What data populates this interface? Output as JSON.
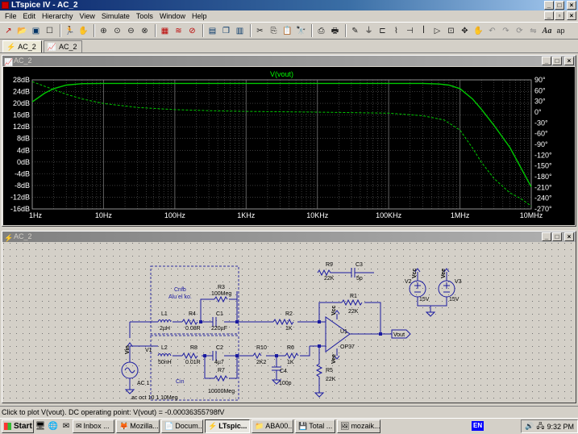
{
  "window": {
    "title": "LTspice IV - AC_2"
  },
  "menu": [
    "File",
    "Edit",
    "Hierarchy",
    "View",
    "Simulate",
    "Tools",
    "Window",
    "Help"
  ],
  "toolbar": {
    "zoom_level": "ap"
  },
  "tabs": [
    {
      "label": "AC_2",
      "kind": "schematic"
    },
    {
      "label": "AC_2",
      "kind": "plot"
    }
  ],
  "plot_window": {
    "title": "AC_2"
  },
  "schematic_window": {
    "title": "AC_2"
  },
  "chart_data": {
    "type": "line",
    "title": "V(vout)",
    "x_ticks": [
      "1Hz",
      "10Hz",
      "100Hz",
      "1KHz",
      "10KHz",
      "100KHz",
      "1MHz",
      "10MHz"
    ],
    "xlim": [
      1,
      10000000
    ],
    "x_scale": "log",
    "y_left_ticks": [
      "28dB",
      "24dB",
      "20dB",
      "16dB",
      "12dB",
      "8dB",
      "4dB",
      "0dB",
      "-4dB",
      "-8dB",
      "-12dB",
      "-16dB"
    ],
    "ylim_left": [
      -16,
      28
    ],
    "y_right_ticks": [
      "90°",
      "60°",
      "30°",
      "0°",
      "-30°",
      "-60°",
      "-90°",
      "-120°",
      "-150°",
      "-180°",
      "-210°",
      "-240°",
      "-270°"
    ],
    "ylim_right": [
      -270,
      90
    ],
    "grid": true,
    "colors": {
      "background": "#000000",
      "trace": "#00c800",
      "grid": "#606060",
      "text": "#ffffff",
      "title": "#00ff00"
    },
    "series": [
      {
        "name": "magnitude",
        "axis": "left",
        "style": "solid",
        "x": [
          1,
          1.5,
          2,
          3,
          5,
          10,
          30,
          100,
          1000,
          10000,
          100000,
          300000,
          500000,
          700000,
          1000000,
          1500000,
          2000000,
          3000000,
          5000000,
          10000000
        ],
        "y": [
          20.5,
          23.5,
          25,
          26.2,
          26.7,
          26.8,
          26.8,
          26.8,
          26.8,
          26.8,
          26.8,
          26.8,
          26.6,
          26.2,
          25,
          21.5,
          18,
          12.5,
          5,
          -8.5
        ]
      },
      {
        "name": "phase",
        "axis": "right",
        "style": "dashed",
        "x": [
          1,
          1.5,
          2,
          3,
          5,
          10,
          30,
          100,
          300,
          1000,
          10000,
          100000,
          300000,
          600000,
          1000000,
          1500000,
          2000000,
          3000000,
          5000000,
          7000000,
          10000000
        ],
        "y": [
          85,
          72,
          63,
          50,
          37,
          24,
          13,
          7,
          4,
          2,
          0,
          -3,
          -10,
          -22,
          -50,
          -100,
          -140,
          -185,
          -225,
          -240,
          -262
        ]
      }
    ]
  },
  "schematic": {
    "labels": {
      "r3": "R3",
      "r3v": "100Meg",
      "cnfb": "Cnfb",
      "alu": "Alu el ko.",
      "l1": "L1",
      "l1v": "2µH",
      "r4": "R4",
      "r4v": "0.08R",
      "c1": "C1",
      "c1v": "220µF",
      "r2": "R2",
      "r2v": "1K",
      "r1": "R1",
      "r1v": "22K",
      "r9": "R9",
      "r9v": "22K",
      "c3": "C3",
      "c3v": "5p",
      "v2": "V2",
      "v2v": "15V",
      "v3": "V3",
      "v3v": "15V",
      "vcc1": "Vcc",
      "vee1": "Vee",
      "vcc2": "Vcc",
      "vee2": "Vee",
      "u1": "U1",
      "u1v": "OP37",
      "vout": "Vout",
      "vin": "Vin",
      "v1": "V1",
      "v1v": "AC 1",
      "l2": "L2",
      "l2v": "50nH",
      "r8": "R8",
      "r8v": "0.01R",
      "c2": "C2",
      "c2v": "4µ7",
      "r7": "R7",
      "r7v": "10000Meg",
      "cin": "Cin",
      "r10": "R10",
      "r10v": "2K2",
      "c4": "C4",
      "c4v": "100p",
      "r6": "R6",
      "r6v": "1K",
      "r5": "R5",
      "r5v": "22K",
      "directive": ".ac oct 10 1 10Meg"
    }
  },
  "status": {
    "text": "Click to plot V(vout).  DC operating point: V(vout) = -0.00036355798fV"
  },
  "taskbar": {
    "start": "Start",
    "tasks": [
      {
        "label": "Inbox ...",
        "active": false
      },
      {
        "label": "Mozilla...",
        "active": false
      },
      {
        "label": "Docum...",
        "active": false
      },
      {
        "label": "LTspic...",
        "active": true
      },
      {
        "label": "ABA00...",
        "active": false
      },
      {
        "label": "Total ...",
        "active": false
      },
      {
        "label": "mozaik...",
        "active": false
      }
    ],
    "lang": "EN",
    "time": "9:32 PM"
  }
}
